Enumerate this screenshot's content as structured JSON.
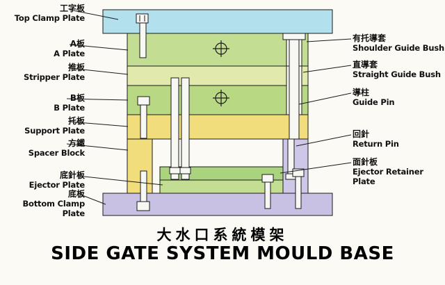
{
  "title": {
    "zh": "大水口系統模架",
    "en": "SIDE GATE SYSTEM MOULD BASE"
  },
  "labels_left": [
    {
      "zh": "工字板",
      "en": "Top Clamp Plate"
    },
    {
      "zh": "A板",
      "en": "A Plate"
    },
    {
      "zh": "推板",
      "en": "Stripper Plate"
    },
    {
      "zh": "B板",
      "en": "B Plate"
    },
    {
      "zh": "托板",
      "en": "Support Plate"
    },
    {
      "zh": "方鐵",
      "en": "Spacer Block"
    },
    {
      "zh": "底針板",
      "en": "Ejector Plate"
    },
    {
      "zh": "底板",
      "en": "Bottom Clamp Plate"
    }
  ],
  "labels_right": [
    {
      "zh": "有托導套",
      "en": "Shoulder Guide Bush"
    },
    {
      "zh": "直導套",
      "en": "Straight Guide Bush"
    },
    {
      "zh": "導柱",
      "en": "Guide Pin"
    },
    {
      "zh": "回針",
      "en": "Return Pin"
    },
    {
      "zh": "面針板",
      "en": "Ejector Retainer Plate"
    }
  ],
  "colors": {
    "top_clamp": "#b2e0ec",
    "a_plate": "#c3dd92",
    "stripper": "#e2e9ad",
    "b_plate": "#b8d884",
    "support": "#f1dd7c",
    "spacer_left": "#f1dd7c",
    "spacer_right": "#cfc7e8",
    "ejector_retainer": "#a9d37c",
    "ejector_plate": "#c3dd92",
    "bottom_clamp": "#c9c1e4",
    "pin_fill": "#f7f8f3"
  }
}
